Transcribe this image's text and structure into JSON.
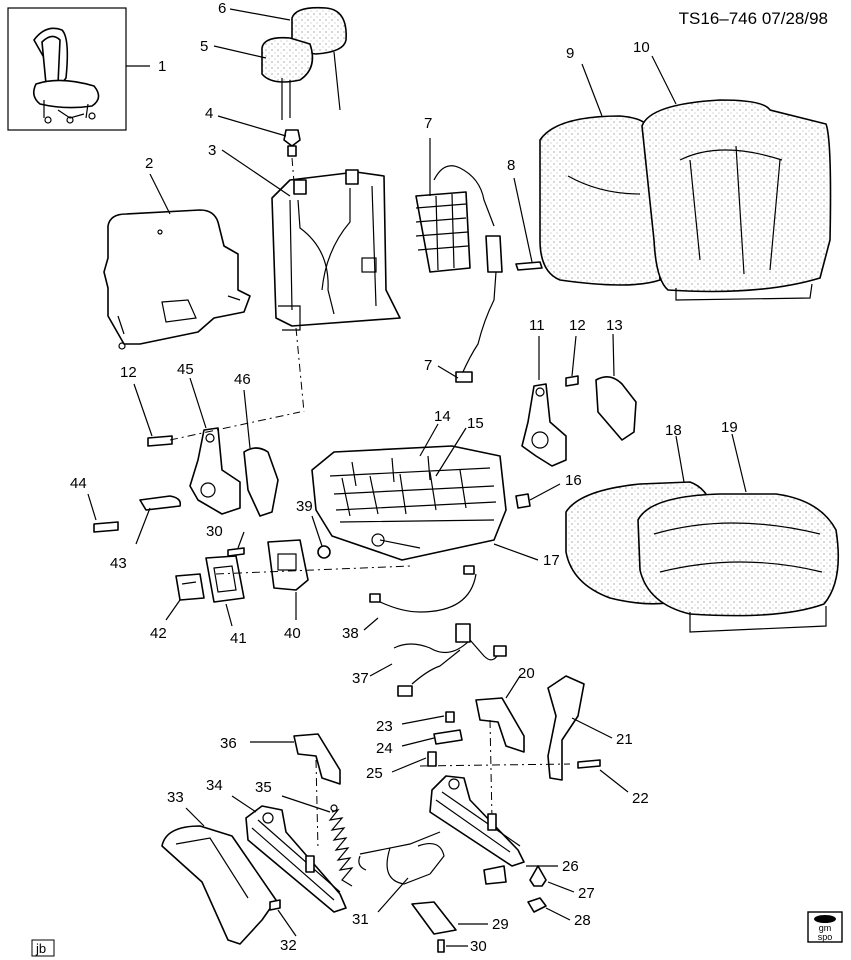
{
  "header": {
    "code": "TS16–746  07/28/98"
  },
  "footer": {
    "initials": "jb",
    "badge_line1": "gm",
    "badge_line2": "spo"
  },
  "callouts": [
    "1",
    "2",
    "3",
    "4",
    "5",
    "6",
    "7",
    "7",
    "8",
    "9",
    "10",
    "11",
    "12",
    "12",
    "13",
    "14",
    "15",
    "16",
    "17",
    "18",
    "19",
    "20",
    "21",
    "22",
    "23",
    "24",
    "25",
    "26",
    "27",
    "28",
    "29",
    "30",
    "30",
    "31",
    "32",
    "33",
    "34",
    "35",
    "36",
    "37",
    "38",
    "39",
    "40",
    "41",
    "42",
    "43",
    "44",
    "45",
    "46"
  ]
}
